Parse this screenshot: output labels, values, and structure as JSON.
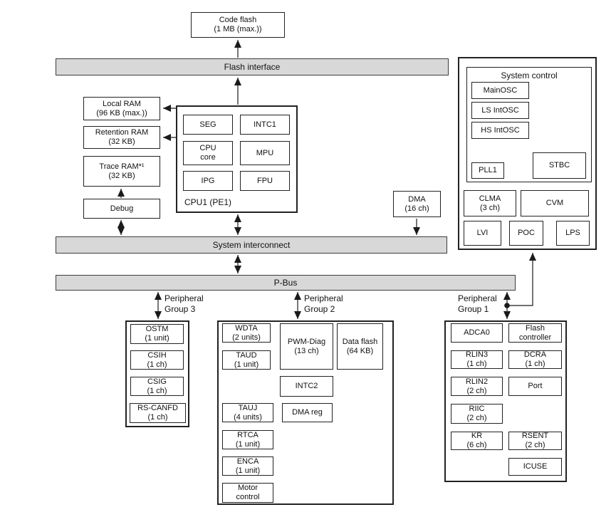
{
  "code_flash": {
    "line1": "Code flash",
    "line2": "(1 MB (max.))"
  },
  "buses": {
    "flash_interface": "Flash interface",
    "system_interconnect": "System interconnect",
    "p_bus": "P-Bus"
  },
  "memory": {
    "local_ram": {
      "line1": "Local RAM",
      "line2": "(96 KB (max.))"
    },
    "retention_ram": {
      "line1": "Retention RAM",
      "line2": "(32 KB)"
    },
    "trace_ram": {
      "line1": "Trace RAM*¹",
      "line2": "(32 KB)"
    },
    "debug": {
      "line1": "Debug"
    }
  },
  "cpu": {
    "label": "CPU1 (PE1)",
    "blocks": [
      {
        "l1": "SEG"
      },
      {
        "l1": "INTC1"
      },
      {
        "l1": "CPU",
        "l2": "core"
      },
      {
        "l1": "MPU"
      },
      {
        "l1": "IPG"
      },
      {
        "l1": "FPU"
      }
    ]
  },
  "dma": {
    "line1": "DMA",
    "line2": "(16 ch)"
  },
  "system_control": {
    "title": "System control",
    "mainosc": "MainOSC",
    "ls_intosc": "LS IntOSC",
    "hs_intosc": "HS IntOSC",
    "pll1": "PLL1",
    "stbc": "STBC",
    "clma": {
      "l1": "CLMA",
      "l2": "(3 ch)"
    },
    "cvm": "CVM",
    "lvi": "LVI",
    "poc": "POC",
    "lps": "LPS"
  },
  "group3": {
    "label1": "Peripheral",
    "label2": "Group 3",
    "items": [
      {
        "l1": "OSTM",
        "l2": "(1 unit)"
      },
      {
        "l1": "CSIH",
        "l2": "(1 ch)"
      },
      {
        "l1": "CSIG",
        "l2": "(1 ch)"
      },
      {
        "l1": "RS-CANFD",
        "l2": "(1 ch)"
      }
    ]
  },
  "group2": {
    "label1": "Peripheral",
    "label2": "Group 2",
    "wdta": {
      "l1": "WDTA",
      "l2": "(2 units)"
    },
    "taud": {
      "l1": "TAUD",
      "l2": "(1 unit)"
    },
    "pwm_diag": {
      "l1": "PWM-Diag",
      "l2": "(13 ch)"
    },
    "data_flash": {
      "l1": "Data flash",
      "l2": "(64 KB)"
    },
    "intc2": "INTC2",
    "tauj": {
      "l1": "TAUJ",
      "l2": "(4 units)"
    },
    "dma_reg": "DMA reg",
    "rtca": {
      "l1": "RTCA",
      "l2": "(1 unit)"
    },
    "enca": {
      "l1": "ENCA",
      "l2": "(1 unit)"
    },
    "motor": {
      "l1": "Motor",
      "l2": "control"
    }
  },
  "group1": {
    "label1": "Peripheral",
    "label2": "Group 1",
    "adca0": "ADCA0",
    "flash_ctrl": {
      "l1": "Flash",
      "l2": "controller"
    },
    "rlin3": {
      "l1": "RLIN3",
      "l2": "(1 ch)"
    },
    "dcra": {
      "l1": "DCRA",
      "l2": "(1 ch)"
    },
    "rlin2": {
      "l1": "RLIN2",
      "l2": "(2 ch)"
    },
    "port": "Port",
    "riic": {
      "l1": "RIIC",
      "l2": "(2 ch)"
    },
    "kr": {
      "l1": "KR",
      "l2": "(6 ch)"
    },
    "rsent": {
      "l1": "RSENT",
      "l2": "(2 ch)"
    },
    "icuse": "ICUSE"
  },
  "colors": {
    "bus_fill": "#d8d8d8",
    "line": "#1a1a1a",
    "background": "#ffffff"
  }
}
